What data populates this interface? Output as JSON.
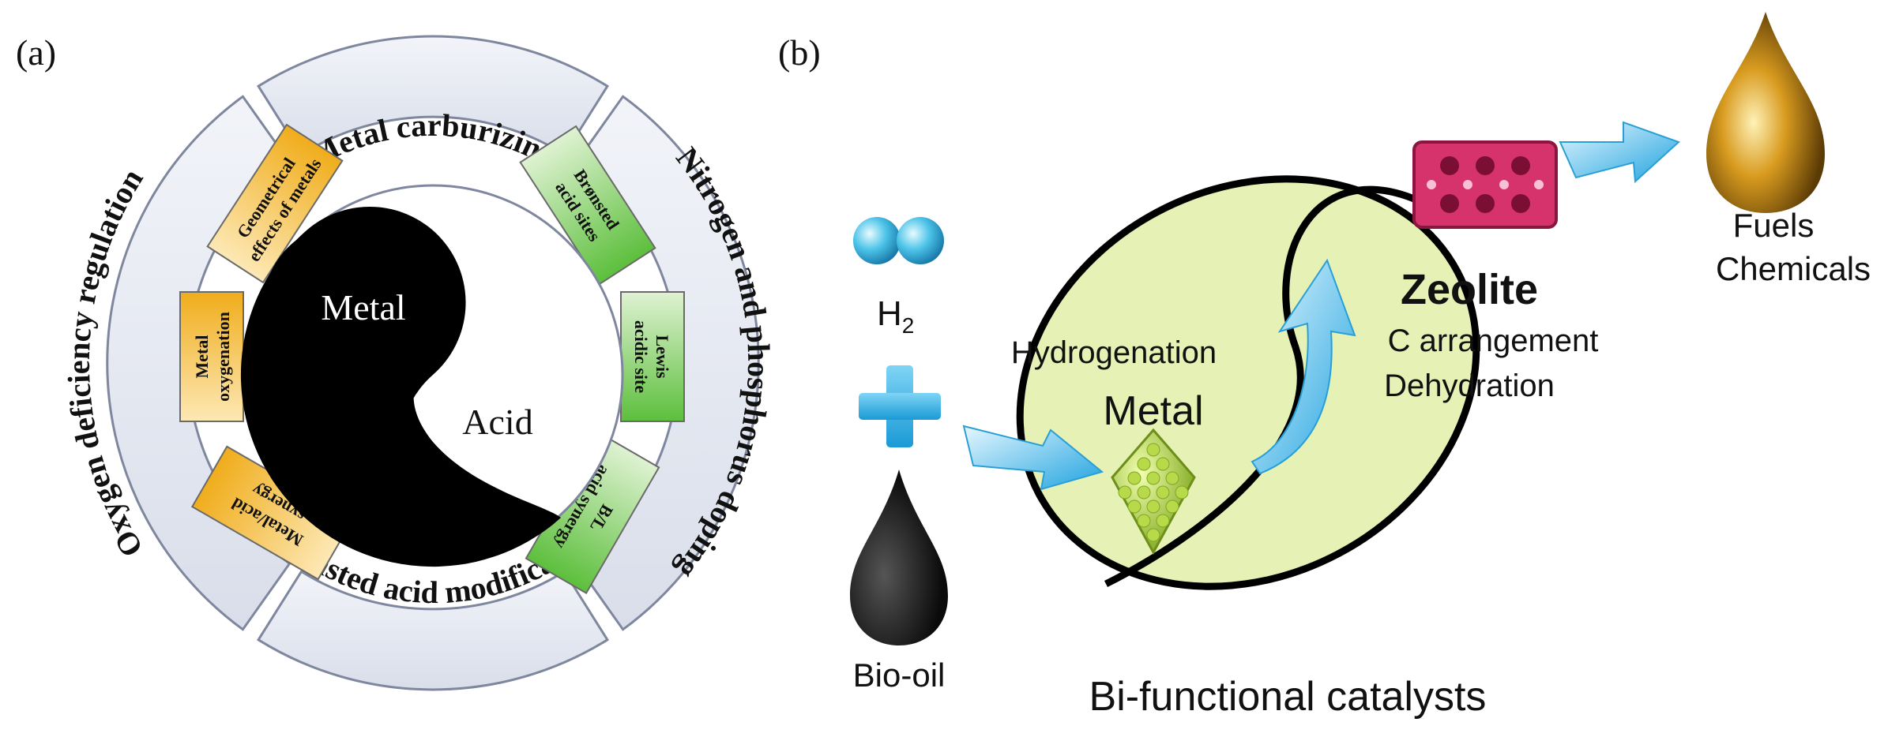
{
  "panel_a": {
    "label": "(a)",
    "outer_ring": {
      "top": "Metal carburizing",
      "right": "Nitrogen and phosphorus doping",
      "bottom": "Brønsted acid modification",
      "left": "Oxygen deficiency regulation"
    },
    "metal_boxes": [
      {
        "line1": "Geometrical",
        "line2": "effects of metals"
      },
      {
        "line1": "Metal",
        "line2": "oxygenation"
      },
      {
        "line1": "Metal/acid",
        "line2": "synergy"
      }
    ],
    "acid_boxes": [
      {
        "line1": "Brønsted",
        "line2": "acid sites"
      },
      {
        "line1": "Lewis",
        "line2": "acidic site"
      },
      {
        "line1": "B/L",
        "line2": "acid synergy"
      }
    ],
    "yin_yang": {
      "metal": "Metal",
      "acid": "Acid"
    },
    "colors": {
      "ring": "#e6e9f2",
      "ring_stroke": "#7e879e",
      "metal_box": "#f2b830",
      "acid_box": "#6cc24a"
    }
  },
  "panel_b": {
    "label": "(b)",
    "h2": {
      "main": "H",
      "sub": "2"
    },
    "plus": "+",
    "bio_oil": "Bio-oil",
    "hydrogenation": "Hydrogenation",
    "metal": "Metal",
    "zeolite": "Zeolite",
    "c_arrangement": "C arrangement",
    "dehydration": "Dehydration",
    "fuels": "Fuels",
    "chemicals": "Chemicals",
    "caption": "Bi-functional catalysts",
    "colors": {
      "ellipse": "#e6f2b5",
      "arrow": "#3fb8e6",
      "cluster": "#9ec73a",
      "zeolite": "#d6336c",
      "oil_drop": "#c9901a"
    }
  }
}
